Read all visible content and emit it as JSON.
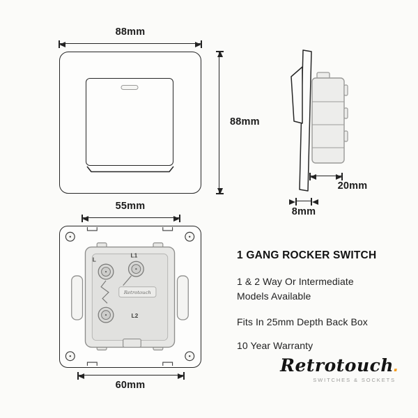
{
  "colors": {
    "accent_orange": "#F59B1E",
    "line_dark": "#242424",
    "part_gray": "#9A9A98"
  },
  "front_view": {
    "width": "88mm",
    "height": "88mm"
  },
  "side_view": {
    "depth": "20mm",
    "plate_depth": "8mm"
  },
  "back_view": {
    "inner_width": "55mm",
    "outer_width": "60mm",
    "terminal_l": "L",
    "terminal_l1": "L1",
    "terminal_l2": "L2",
    "module_brand": "Retrotouch"
  },
  "info": {
    "title": "1 GANG ROCKER SWITCH",
    "features": [
      "1 & 2 Way Or Intermediate Models Available",
      "Fits In 25mm Depth Back Box",
      "10 Year Warranty"
    ]
  },
  "logo": {
    "name": "Retrotouch",
    "dot": ".",
    "tagline": "Switches & Sockets"
  }
}
